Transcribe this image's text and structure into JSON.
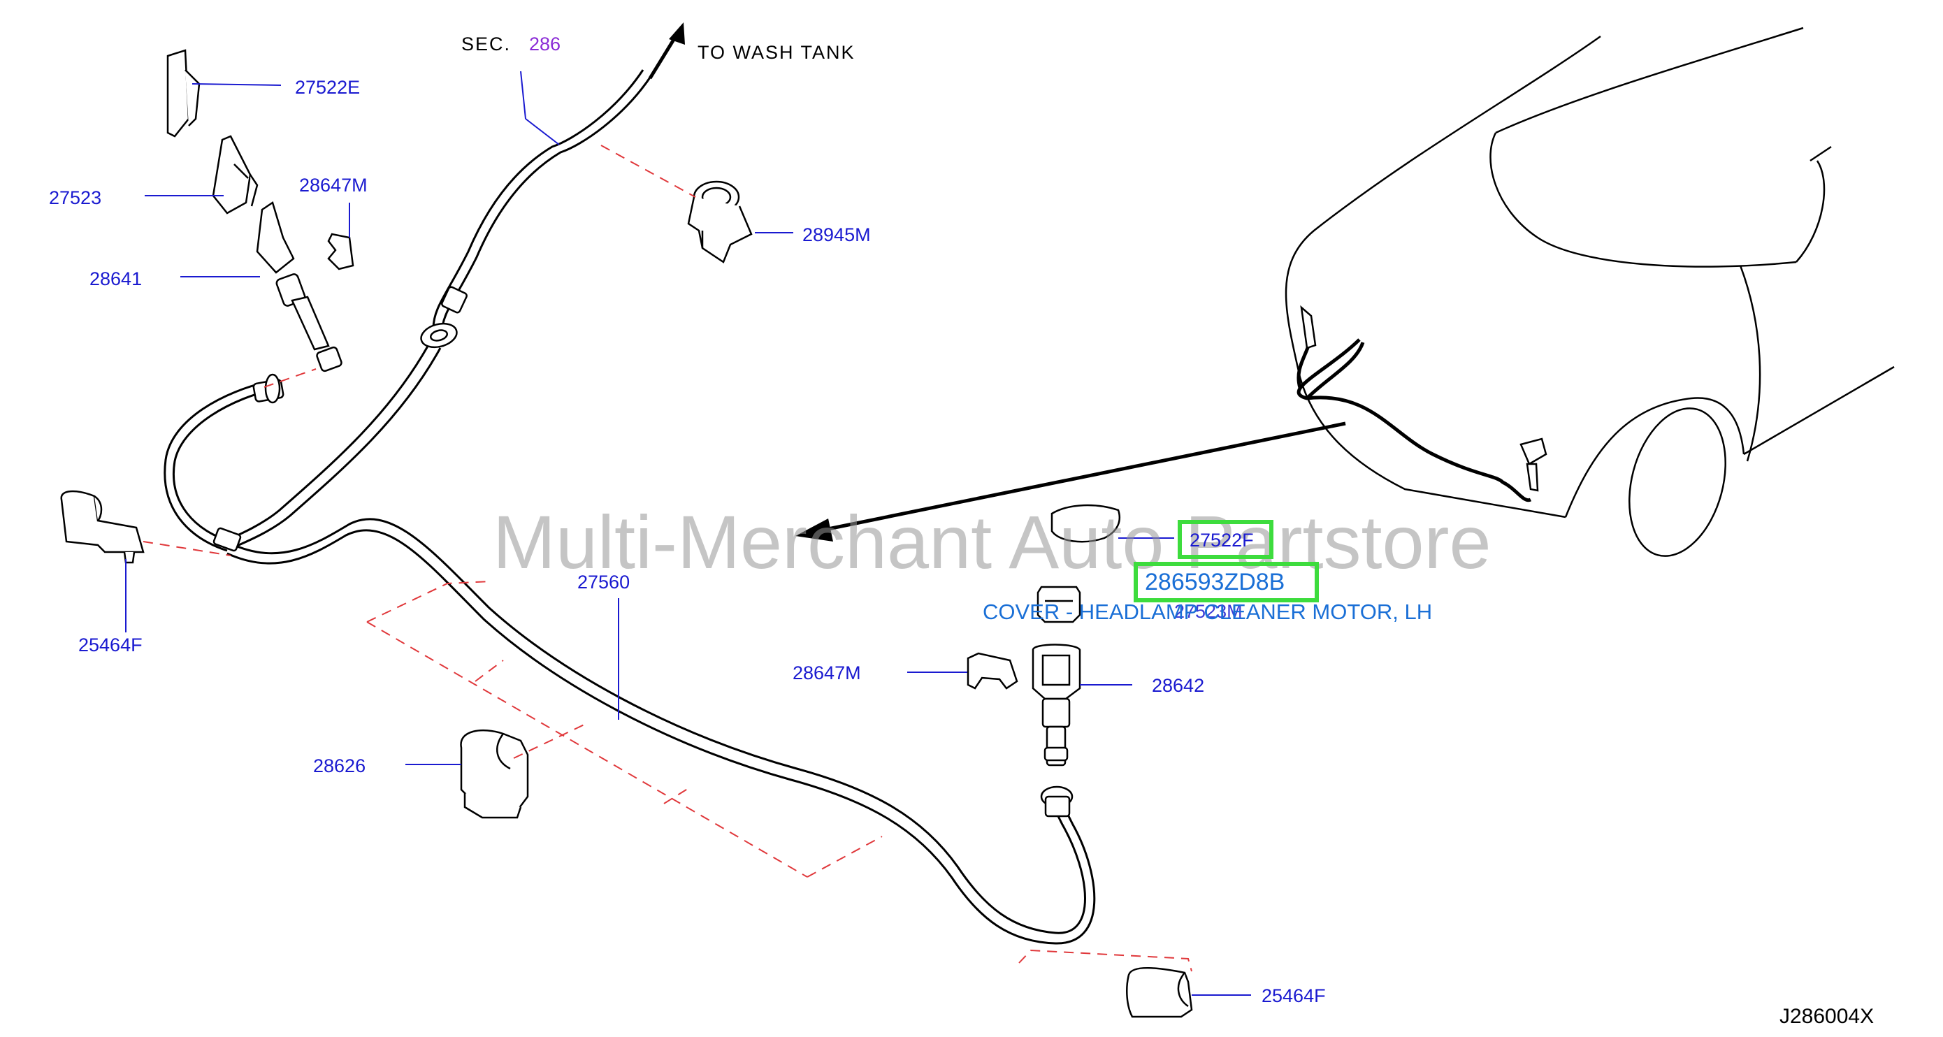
{
  "diagram": {
    "section": {
      "prefix": "SEC.",
      "number": "286"
    },
    "to_wash_tank": "TO  WASH  TANK",
    "watermark": "Multi-Merchant Auto Partstore",
    "diagram_code": "J286004X",
    "highlight": {
      "part_number": "286593ZD8B",
      "description": "COVER - HEADLAMP CLEANER MOTOR, LH",
      "boxed_ref": "27522F",
      "underlying_ref": "27523M"
    },
    "labels": {
      "p27522E": "27522E",
      "p27523": "27523",
      "p28647M_top": "28647M",
      "p28641": "28641",
      "p28945M": "28945M",
      "p25464F_left": "25464F",
      "p27560": "27560",
      "p28647M_mid": "28647M",
      "p28642": "28642",
      "p28626": "28626",
      "p25464F_bottom": "25464F"
    },
    "colors": {
      "label_blue": "#1a1ad0",
      "highlight_green": "#3ddc3d",
      "highlight_text": "#1a6fd6",
      "dashed_red": "#e0383b",
      "section_purple": "#8a2bd6"
    }
  }
}
